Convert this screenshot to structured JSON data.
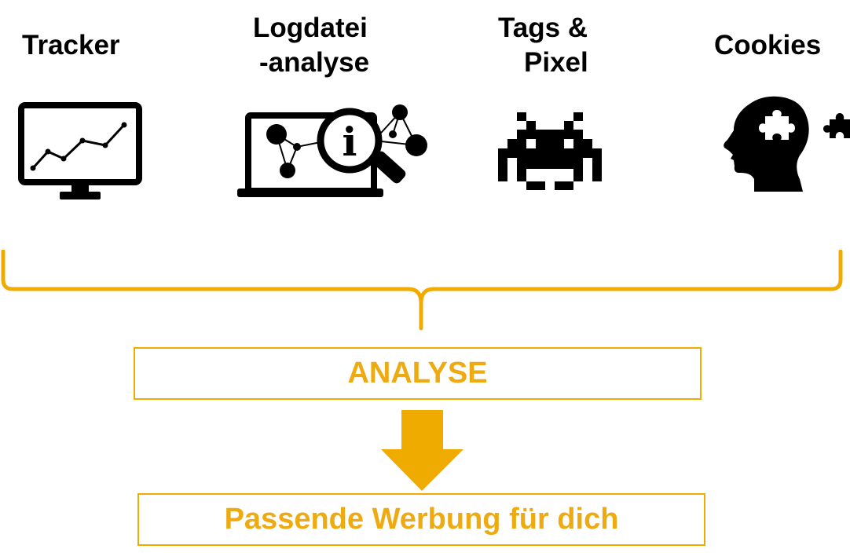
{
  "labels": {
    "tracker": "Tracker",
    "logfile_line1": "Logdatei",
    "logfile_line2": "-analyse",
    "tags_line1": "Tags &",
    "tags_line2": "Pixel",
    "cookies": "Cookies"
  },
  "icons": [
    "monitor-chart-icon",
    "laptop-network-info-icon",
    "pixel-invader-icon",
    "head-puzzle-icon"
  ],
  "boxes": {
    "analyse": "ANALYSE",
    "result": "Passende Werbung für dich"
  },
  "colors": {
    "accent": "#f0ab00",
    "text": "#000000",
    "box_text": "#eeaa11"
  }
}
